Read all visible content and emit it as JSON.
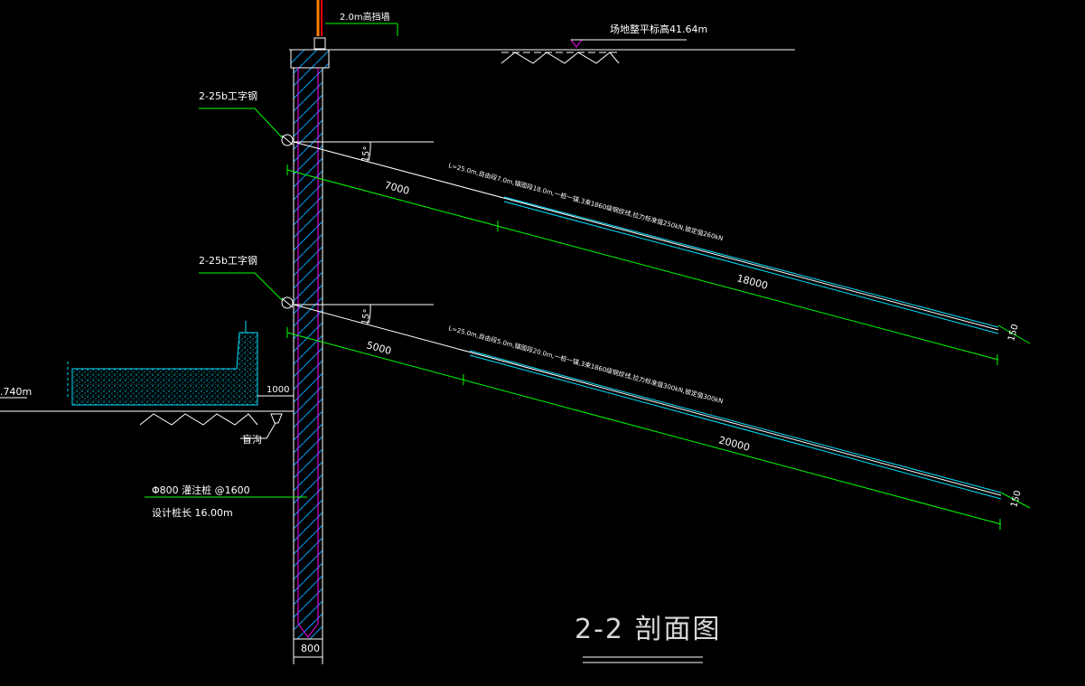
{
  "drawing": {
    "title": "2-2 剖面图",
    "ground_level_label": "场地整平标高41.64m",
    "left_level_label": ".740m",
    "top_note": "2.0m高挡墙",
    "beam_label_1": "2-25b工字钢",
    "beam_label_2": "2-25b工字钢",
    "angle_1": "15°",
    "angle_2": "15°",
    "anchor_1_spec": "L=25.0m,自由段7.0m,锚固段18.0m,一桩一锚,3束1860级钢绞线,拉力标准值250kN,锁定值260kN",
    "anchor_2_spec": "L=25.0m,自由段5.0m,锚固段20.0m,一桩一锚,3束1860级钢绞线,拉力标准值300kN,锁定值300kN",
    "anchor_1_free": "7000",
    "anchor_1_bond": "18000",
    "anchor_2_free": "5000",
    "anchor_2_bond": "20000",
    "anchor_1_dia": "150",
    "anchor_2_dia": "150",
    "offset_dim": "1000",
    "ditch_label": "盲沟",
    "pile_spec": "Φ800  灌注桩    @1600",
    "pile_length": "设计桩长    16.00m",
    "pile_width": "800"
  },
  "colors": {
    "background": "#000000",
    "outline": "#ffffff",
    "leader": "#00ff00",
    "pile_edge": "#ff00ff",
    "hatch": "#00a0ff",
    "gravel": "#00e0ff",
    "anchor_bar": "#00e0ff",
    "rebar": "#ff8000"
  }
}
